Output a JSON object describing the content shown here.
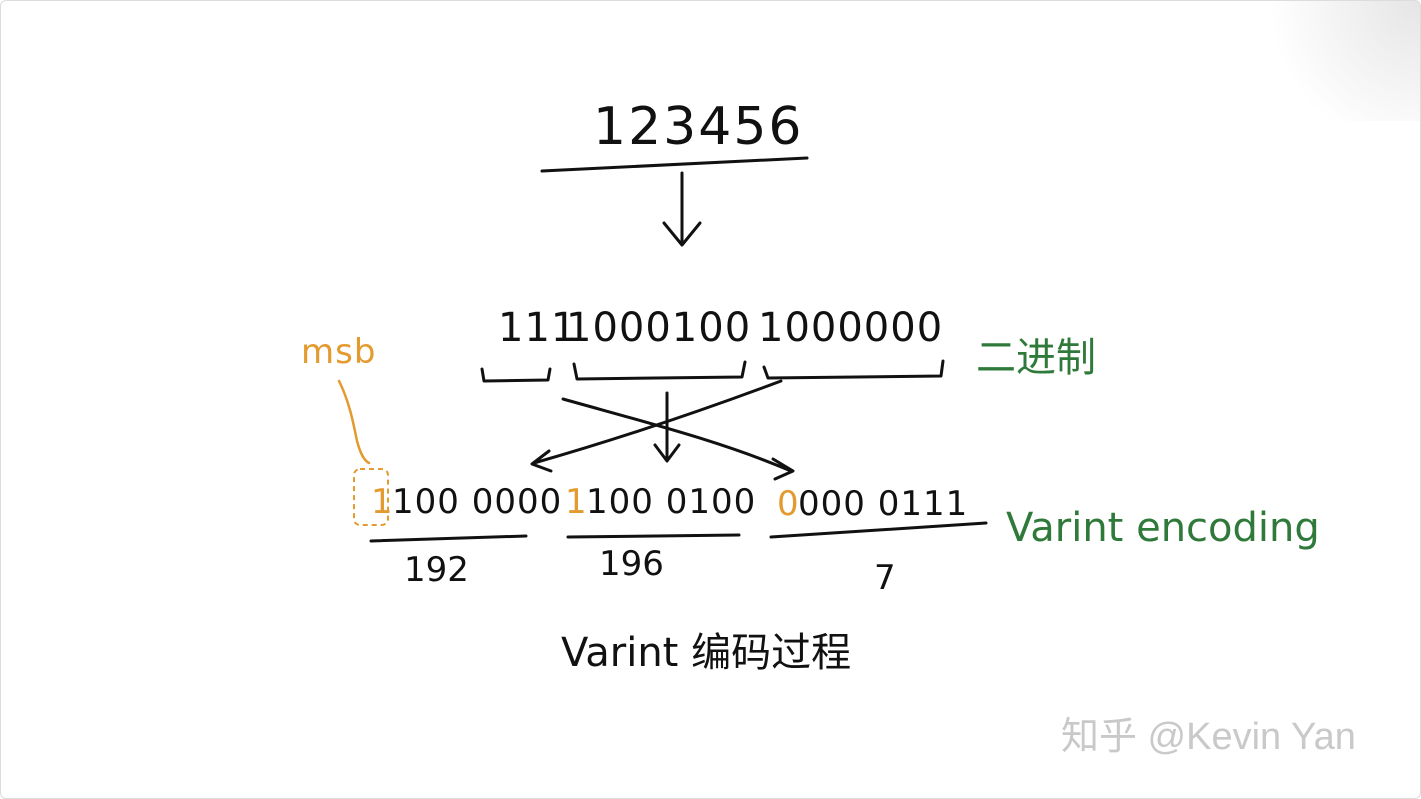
{
  "diagram": {
    "input_number": "123456",
    "binary_groups": [
      "111",
      "1000100",
      "1000000"
    ],
    "binary_label": "二进制",
    "msb_label": "msb",
    "bytes": [
      {
        "msb": "1",
        "rest": "100 0000",
        "decimal": "192"
      },
      {
        "msb": "1",
        "rest": "100 0100",
        "decimal": "196"
      },
      {
        "msb": "0",
        "rest": "000 0111",
        "decimal": "7"
      }
    ],
    "encoding_label": "Varint encoding",
    "caption": "Varint 编码过程",
    "watermark": "知乎 @Kevin Yan",
    "colors": {
      "ink": "#111111",
      "msb": "#e39a2e",
      "label_green": "#2f7a3a",
      "watermark": "#c9c9c9"
    }
  }
}
